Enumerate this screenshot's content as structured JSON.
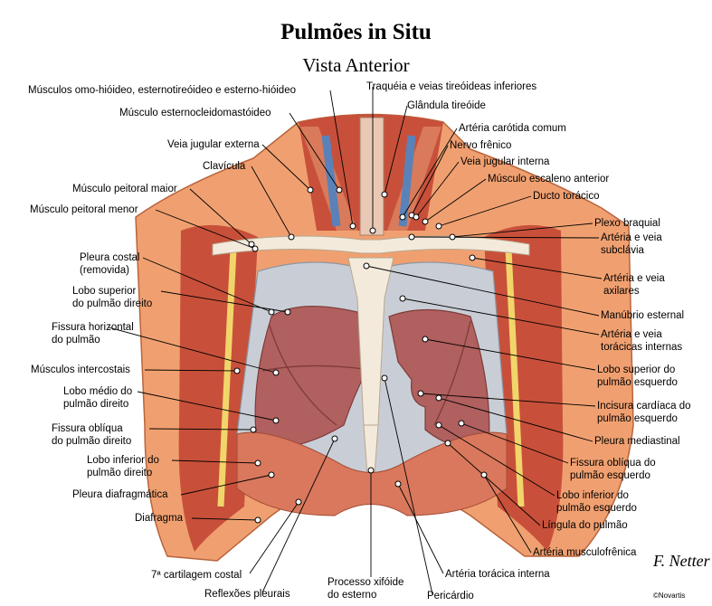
{
  "title": "Pulmões in Situ",
  "subtitle": "Vista Anterior",
  "signature": "F. Netter",
  "copyright": "©Novartis",
  "colors": {
    "skin": "#f0a070",
    "muscle": "#c8503a",
    "lung": "#b0605e",
    "pleura": "#c9ced6",
    "bone": "#f4eadc",
    "vein": "#5a82b8",
    "fat": "#f2d56a"
  },
  "labels": {
    "omohioideo": "Músculos omo-hióideo, esternotireóideo e esterno-hióideo",
    "traqueia": "Traquéia e veias tireóideas inferiores",
    "glandula": "Glândula tireóide",
    "esternocleido": "Músculo esternocleidomastóideo",
    "carotida": "Artéria carótida comum",
    "jugular_externa": "Veia jugular externa",
    "frenico": "Nervo frênico",
    "jugular_interna": "Veia jugular interna",
    "clavicula": "Clavícula",
    "escaleno": "Músculo escaleno anterior",
    "peitoral_maior": "Músculo peitoral maior",
    "ducto": "Ducto torácico",
    "peitoral_menor": "Músculo peitoral menor",
    "plexo": "Plexo braquial",
    "subclavia_1": "Artéria e veia",
    "subclavia_2": "subclávia",
    "pleura_costal_1": "Pleura costal",
    "pleura_costal_2": "(removida)",
    "axilares_1": "Artéria e veia",
    "axilares_2": "axilares",
    "lobo_sup_dir_1": "Lobo superior",
    "lobo_sup_dir_2": "do pulmão direito",
    "manubrio": "Manúbrio esternal",
    "fissura_horiz_1": "Fissura horizontal",
    "fissura_horiz_2": "do pulmão",
    "toracicas_int_1": "Artéria e veia",
    "toracicas_int_2": "torácicas internas",
    "intercostais": "Músculos intercostais",
    "lobo_sup_esq_1": "Lobo superior do",
    "lobo_sup_esq_2": "pulmão esquerdo",
    "lobo_medio_1": "Lobo médio do",
    "lobo_medio_2": "pulmão direito",
    "incisura_1": "Incisura cardíaca do",
    "incisura_2": "pulmão esquerdo",
    "fissura_obl_dir_1": "Fissura oblíqua",
    "fissura_obl_dir_2": "do pulmão direito",
    "pleura_mediastinal": "Pleura mediastinal",
    "lobo_inf_dir_1": "Lobo inferior do",
    "lobo_inf_dir_2": "pulmão direito",
    "fissura_obl_esq_1": "Fissura oblíqua do",
    "fissura_obl_esq_2": "pulmão esquerdo",
    "pleura_diafrag": "Pleura diafragmática",
    "lobo_inf_esq_1": "Lobo inferior do",
    "lobo_inf_esq_2": "pulmão esquerdo",
    "diafragma": "Diafragma",
    "lingula": "Língula do pulmão",
    "musculofrenica": "Artéria musculofrênica",
    "cartilagem": "7ª cartilagem costal",
    "toracica_interna": "Artéria torácica interna",
    "processo_1": "Processo xifóide",
    "processo_2": "do esterno",
    "reflexoes": "Reflexões pleurais",
    "pericardio": "Pericárdio"
  }
}
